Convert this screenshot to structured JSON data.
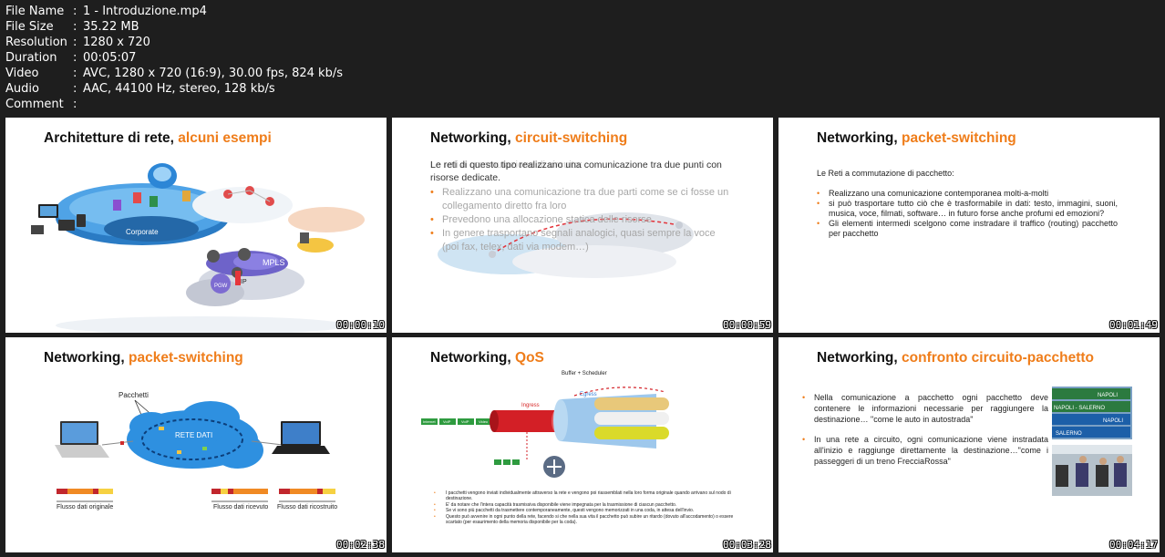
{
  "file_info": [
    {
      "key": "File Name",
      "value": "1 - Introduzione.mp4"
    },
    {
      "key": "File Size",
      "value": "35.22 MB"
    },
    {
      "key": "Resolution",
      "value": "1280 x 720"
    },
    {
      "key": "Duration",
      "value": "00:05:07"
    },
    {
      "key": "Video",
      "value": "AVC, 1280 x 720 (16:9), 30.00 fps, 824 kb/s"
    },
    {
      "key": "Audio",
      "value": "AAC, 44100 Hz, stereo, 128 kb/s"
    },
    {
      "key": "Comment",
      "value": ""
    }
  ],
  "colon": ":",
  "thumbnails": [
    {
      "timestamp": "00:00:10",
      "title_main": "Architetture di rete, ",
      "title_highlight": "alcuni esempi",
      "labels": {
        "corporate": "Corporate",
        "mpls": "MPLS",
        "ip": "IP",
        "pgw": "PGW"
      }
    },
    {
      "timestamp": "00:00:59",
      "title_main": "Networking, ",
      "title_highlight": "circuit-switching",
      "heading": "Le reti di questo tipo realizzano una comunicazione tra due punti con risorse dedicate.",
      "ghost_heading": "Le reti a commutazione di circuito:",
      "bullets": [
        "Realizzano una comunicazione tra due parti come se ci fosse un collegamento diretto fra loro",
        "Prevedono una allocazione statica delle risorse",
        "In genere trasportano segnali analogici, quasi sempre la voce (poi fax, telex, dati via modem…)"
      ]
    },
    {
      "timestamp": "00:01:49",
      "title_main": "Networking, ",
      "title_highlight": "packet-switching",
      "heading": "Le Reti a commutazione di pacchetto:",
      "bullets": [
        "Realizzano una comunicazione contemporanea molti-a-molti",
        "si può trasportare tutto ciò che è trasformabile in dati: testo, immagini, suoni, musica, voce, filmati, software… in futuro forse anche profumi ed emozioni?",
        "Gli elementi intermedi scelgono come instradare il traffico (routing) pacchetto per pacchetto"
      ]
    },
    {
      "timestamp": "00:02:38",
      "title_main": "Networking, ",
      "title_highlight": "packet-switching",
      "pacchetti": "Pacchetti",
      "rete_dati": "RETE DATI",
      "flows": [
        "Flusso dati originale",
        "Flusso dati ricevuto",
        "Flusso dati ricostruito"
      ]
    },
    {
      "timestamp": "00:03:28",
      "title_main": "Networking, ",
      "title_highlight": "QoS",
      "buffer_label": "Buffer + Scheduler",
      "ingress": "Ingress",
      "egress": "Egress",
      "packet_labels": [
        "Internet",
        "VoIP",
        "VoIP",
        "Video"
      ],
      "bullets": [
        "I pacchetti vengono inviati individualmente attraverso la rete e vengono poi riassemblati nella loro forma originale quando arrivano sul nodo di destinazione.",
        "E' da notare che l'intera capacità trasmissiva disponibile viene impegnata per la trasmissione di ciascun pacchetto.",
        "Se vi sono più pacchetti da trasmettere contemporaneamente, questi vengono memorizzati in una coda, in attesa dell'invio.",
        "Questo può avvenire in ogni punto della rete, facendo si che nella sua vita il pacchetto può subire un ritardo (dovuto all'accodamento) o essere scartato (per esaurimento della memoria disponibile per la coda)."
      ]
    },
    {
      "timestamp": "00:04:17",
      "title_main": "Networking, ",
      "title_highlight": "confronto circuito-pacchetto",
      "bullets": [
        "Nella comunicazione a pacchetto ogni pacchetto deve contenere le informazioni necessarie per raggiungere la destinazione… \"come le auto in autostrada\"",
        "In una rete a circuito, ogni comunicazione viene instradata all'inizio e raggiunge direttamente la destinazione…\"come i passeggeri di un treno FrecciaRossa\""
      ],
      "sign_labels": [
        "NAPOLI",
        "NAPOLI - SALERNO",
        "NAPOLI",
        "SALERNO"
      ]
    }
  ]
}
